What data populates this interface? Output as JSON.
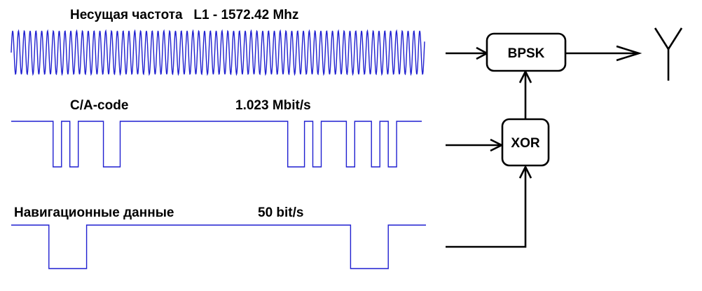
{
  "labels": {
    "carrier": "Несущая частота   L1 - 1572.42 Mhz",
    "ca_code": "C/A-code",
    "ca_rate": "1.023 Mbit/s",
    "nav_data": "Навигационные данные",
    "nav_rate": "50 bit/s"
  },
  "blocks": {
    "bpsk": "BPSK",
    "xor": "XOR"
  },
  "signals": {
    "ca_code_bits": [
      1,
      1,
      1,
      1,
      1,
      0,
      1,
      0,
      1,
      1,
      1,
      0,
      0,
      1,
      1,
      1,
      1,
      1,
      1,
      1,
      1,
      1,
      1,
      1,
      1,
      1,
      1,
      1,
      1,
      1,
      1,
      1,
      1,
      0,
      0,
      1,
      0,
      1,
      1,
      1,
      0,
      1,
      1,
      0,
      1,
      0,
      1,
      1,
      1
    ],
    "nav_data_bits": [
      1,
      0,
      1,
      1,
      1,
      1,
      1,
      1,
      1,
      0,
      1
    ]
  },
  "colors": {
    "signal": "#1f1fd0",
    "wire": "#000000"
  },
  "icons": {
    "antenna": "antenna-icon"
  }
}
